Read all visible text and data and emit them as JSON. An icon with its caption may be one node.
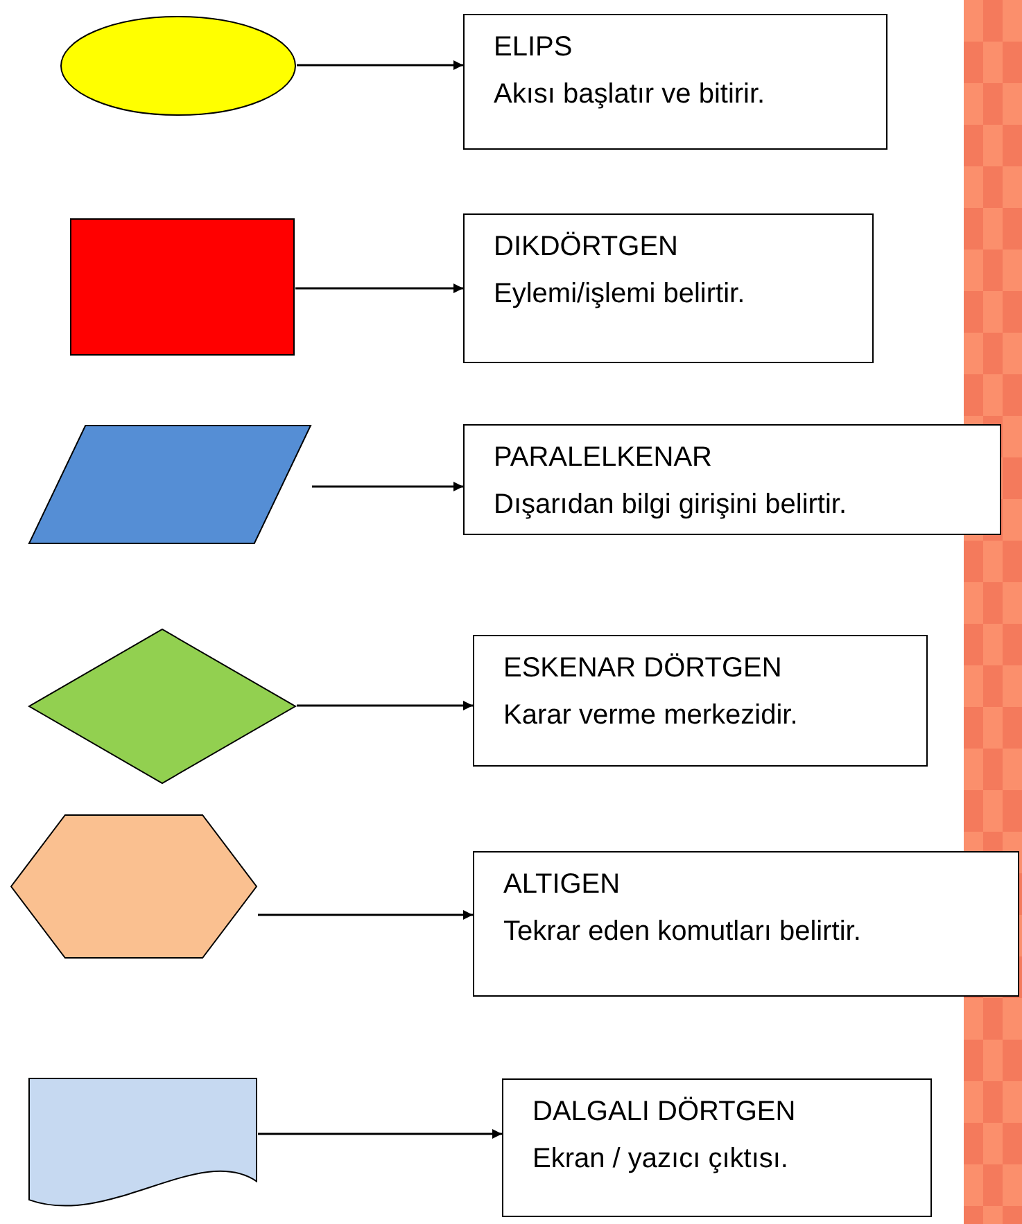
{
  "diagram": {
    "nodes": [
      {
        "text": [],
        "shape": "ellipse"
      },
      {
        "text": [
          "ELIPS",
          "Akısı başlatır ve bitirir."
        ]
      },
      {
        "text": [],
        "shape": "box"
      },
      {
        "text": [
          "DIKDÖRTGEN",
          "Eylemi/işlemi belirtir."
        ]
      },
      {
        "text": [],
        "shape": "parallelogram"
      },
      {
        "text": [
          "PARALELKENAR",
          "Dışarıdan bilgi girişini belirtir."
        ]
      },
      {
        "text": [],
        "shape": "diamond"
      },
      {
        "text": [
          "ESKENAR DÖRTGEN",
          "Karar verme merkezidir."
        ]
      },
      {
        "text": [],
        "shape": "hexagon"
      },
      {
        "text": [
          "ALTIGEN",
          "Tekrar eden komutları belirtir."
        ]
      },
      {
        "text": [],
        "shape": "document"
      },
      {
        "text": [
          "DALGALI DÖRTGEN",
          "Ekran / yazıcı çıktısı."
        ]
      }
    ],
    "edges": [
      {
        "from": 0,
        "to": 1,
        "arrow": "to"
      },
      {
        "from": 2,
        "to": 3,
        "arrow": "to"
      },
      {
        "from": 4,
        "to": 5,
        "arrow": "to"
      },
      {
        "from": 6,
        "to": 7,
        "arrow": "to"
      },
      {
        "from": 8,
        "to": 9,
        "arrow": "to"
      },
      {
        "from": 10,
        "to": 11,
        "arrow": "to"
      }
    ]
  }
}
